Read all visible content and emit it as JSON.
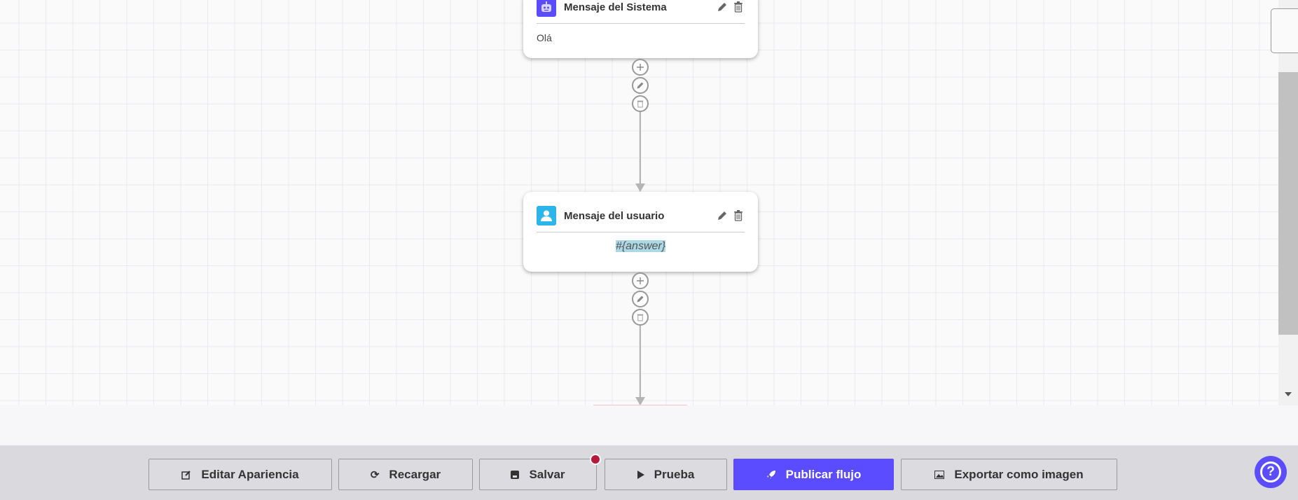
{
  "nodes": [
    {
      "title": "Mensaje del Sistema",
      "body": "Olá",
      "icon": "robot-icon",
      "icon_color": "#5b4dff"
    },
    {
      "title": "Mensaje del usuario",
      "body": "#{answer}",
      "icon": "user-icon",
      "icon_color": "#2bb5e8"
    }
  ],
  "toolbar": {
    "edit_appearance": "Editar Apariencia",
    "reload": "Recargar",
    "save": "Salvar",
    "test": "Prueba",
    "publish": "Publicar flujo",
    "export": "Exportar como imagen"
  },
  "colors": {
    "accent": "#5b4dff",
    "unsaved_dot": "#b8193a"
  }
}
